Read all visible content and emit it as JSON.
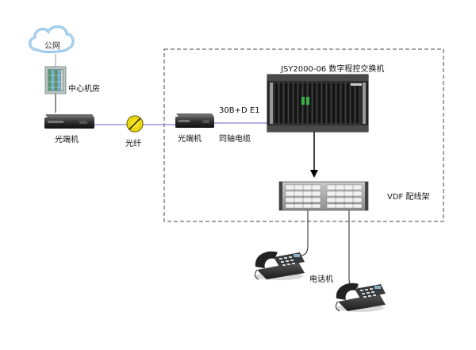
{
  "cloud": {
    "label": "公网"
  },
  "center": {
    "label": "中心机房"
  },
  "left_terminal": {
    "label": "光端机"
  },
  "fiber": {
    "label": "光纤"
  },
  "right_terminal": {
    "label": "光端机"
  },
  "switch": {
    "label": "JSY2000-06 数字程控交换机"
  },
  "link": {
    "label_top": "30B+D E1",
    "label_bottom": "同轴电缆"
  },
  "vdf": {
    "label": "VDF 配线架"
  },
  "phone": {
    "label": "电话机"
  },
  "colors": {
    "link": "#8a7fd1",
    "dash": "#444444",
    "fiber_disc": "#f5e11c"
  }
}
